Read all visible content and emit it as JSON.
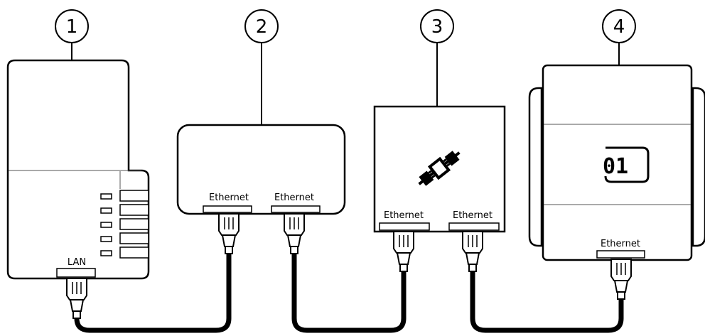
{
  "callouts": [
    "1",
    "2",
    "3",
    "4"
  ],
  "ports": {
    "router_lan": "LAN",
    "adapter_left": "Ethernet",
    "adapter_right": "Ethernet",
    "coupler_left": "Ethernet",
    "coupler_right": "Ethernet",
    "controller": "Ethernet"
  },
  "display": "01",
  "icons": {
    "coupler": "plug-connection-icon",
    "router_leds": "status-led-icon"
  }
}
